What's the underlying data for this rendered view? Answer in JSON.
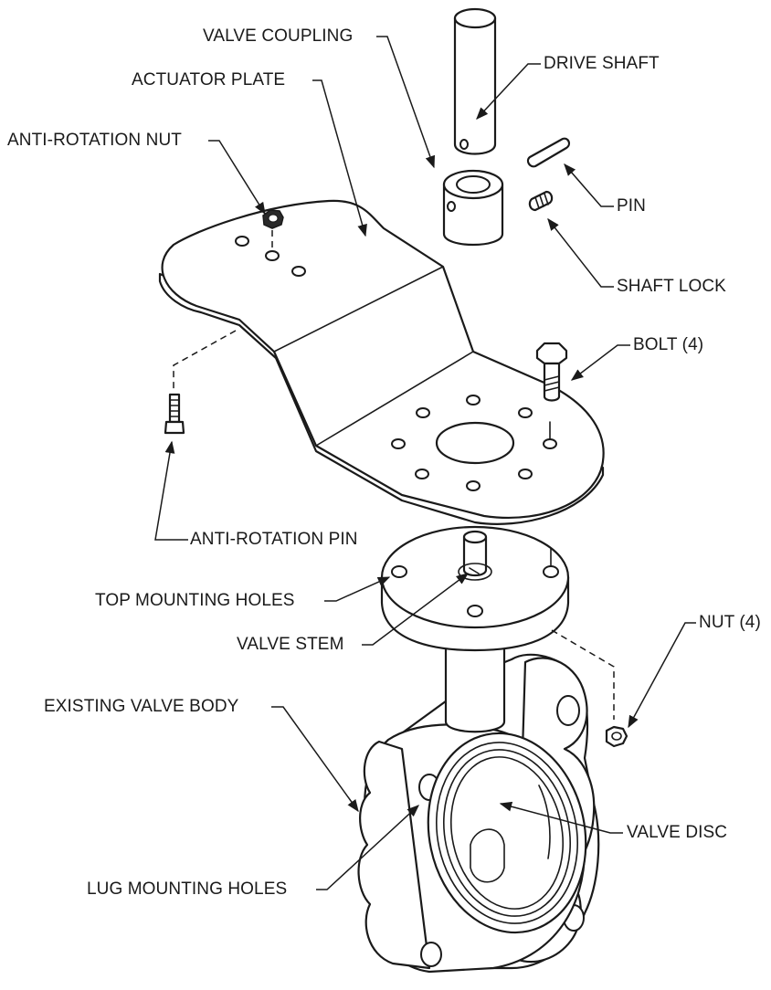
{
  "labels": {
    "valve_coupling": "VALVE COUPLING",
    "drive_shaft": "DRIVE SHAFT",
    "actuator_plate": "ACTUATOR PLATE",
    "anti_rotation_nut": "ANTI-ROTATION NUT",
    "pin": "PIN",
    "shaft_lock": "SHAFT LOCK",
    "bolt": "BOLT (4)",
    "anti_rotation_pin": "ANTI-ROTATION PIN",
    "top_mounting_holes": "TOP MOUNTING HOLES",
    "valve_stem": "VALVE STEM",
    "nut": "NUT (4)",
    "existing_valve_body": "EXISTING VALVE BODY",
    "valve_disc": "VALVE DISC",
    "lug_mounting_holes": "LUG MOUNTING HOLES"
  },
  "colors": {
    "line": "#1a1a1a",
    "background": "#ffffff"
  }
}
